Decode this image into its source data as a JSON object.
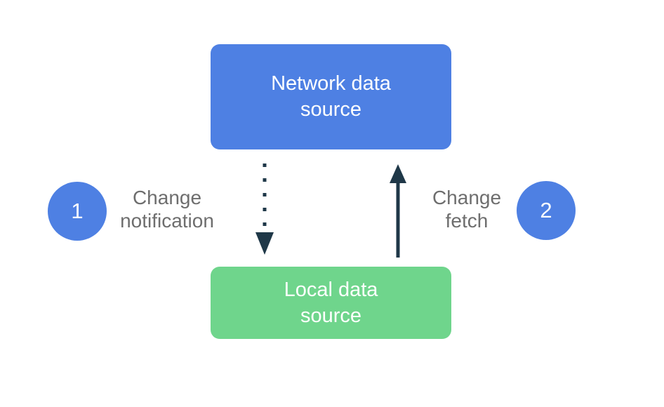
{
  "diagram": {
    "boxes": {
      "network": {
        "label": "Network data source",
        "lines": [
          "Network data",
          "source"
        ],
        "color": "#4E80E3"
      },
      "local": {
        "label": "Local data source",
        "lines": [
          "Local data",
          "source"
        ],
        "color": "#6FD58C"
      }
    },
    "annotations": {
      "change_notification": {
        "number": "1",
        "label": "Change notification",
        "lines": [
          "Change",
          "notification"
        ],
        "arrow_style": "dotted",
        "arrow_direction": "down"
      },
      "change_fetch": {
        "number": "2",
        "label": "Change fetch",
        "lines": [
          "Change",
          "fetch"
        ],
        "arrow_style": "solid",
        "arrow_direction": "up"
      }
    },
    "colors": {
      "box_blue": "#4E80E3",
      "box_green": "#6FD58C",
      "circle_blue": "#4E80E3",
      "arrow_navy": "#1F3848",
      "label_gray": "#6E6E6E",
      "text_white": "#FFFFFF",
      "background": "#FFFFFF"
    }
  }
}
